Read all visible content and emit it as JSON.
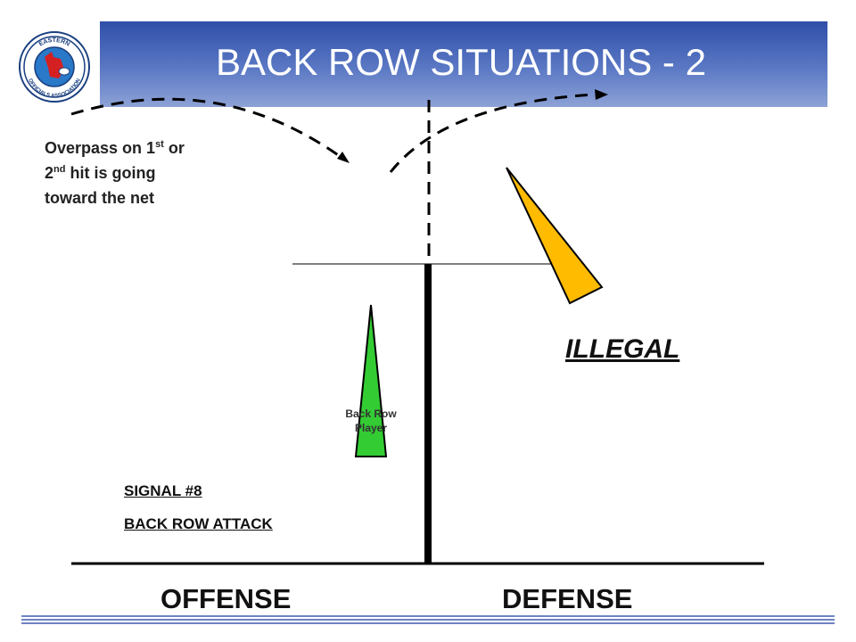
{
  "title": "BACK ROW SITUATIONS - 2",
  "logo": {
    "text_top": "EASTERN",
    "text_bottom": "OFFICIALS ASSOCIATION",
    "colors": {
      "ring": "#1f5fa8",
      "bird": "#d42020"
    }
  },
  "note": {
    "line1_a": "Overpass on 1",
    "line1_sup": "st",
    "line1_b": " or",
    "line2_a": "2",
    "line2_sup": "nd",
    "line2_b": " hit is going",
    "line3": "toward the net"
  },
  "verdict": "ILLEGAL",
  "player_label": "Back Row Player",
  "signal": {
    "number": "SIGNAL #8",
    "name": "BACK ROW ATTACK"
  },
  "sides": {
    "left": "OFFENSE",
    "right": "DEFENSE"
  },
  "colors": {
    "title_bar": "#3f5fb5",
    "player_marker": "#33cc33",
    "attacker_marker": "#ffbb00"
  }
}
